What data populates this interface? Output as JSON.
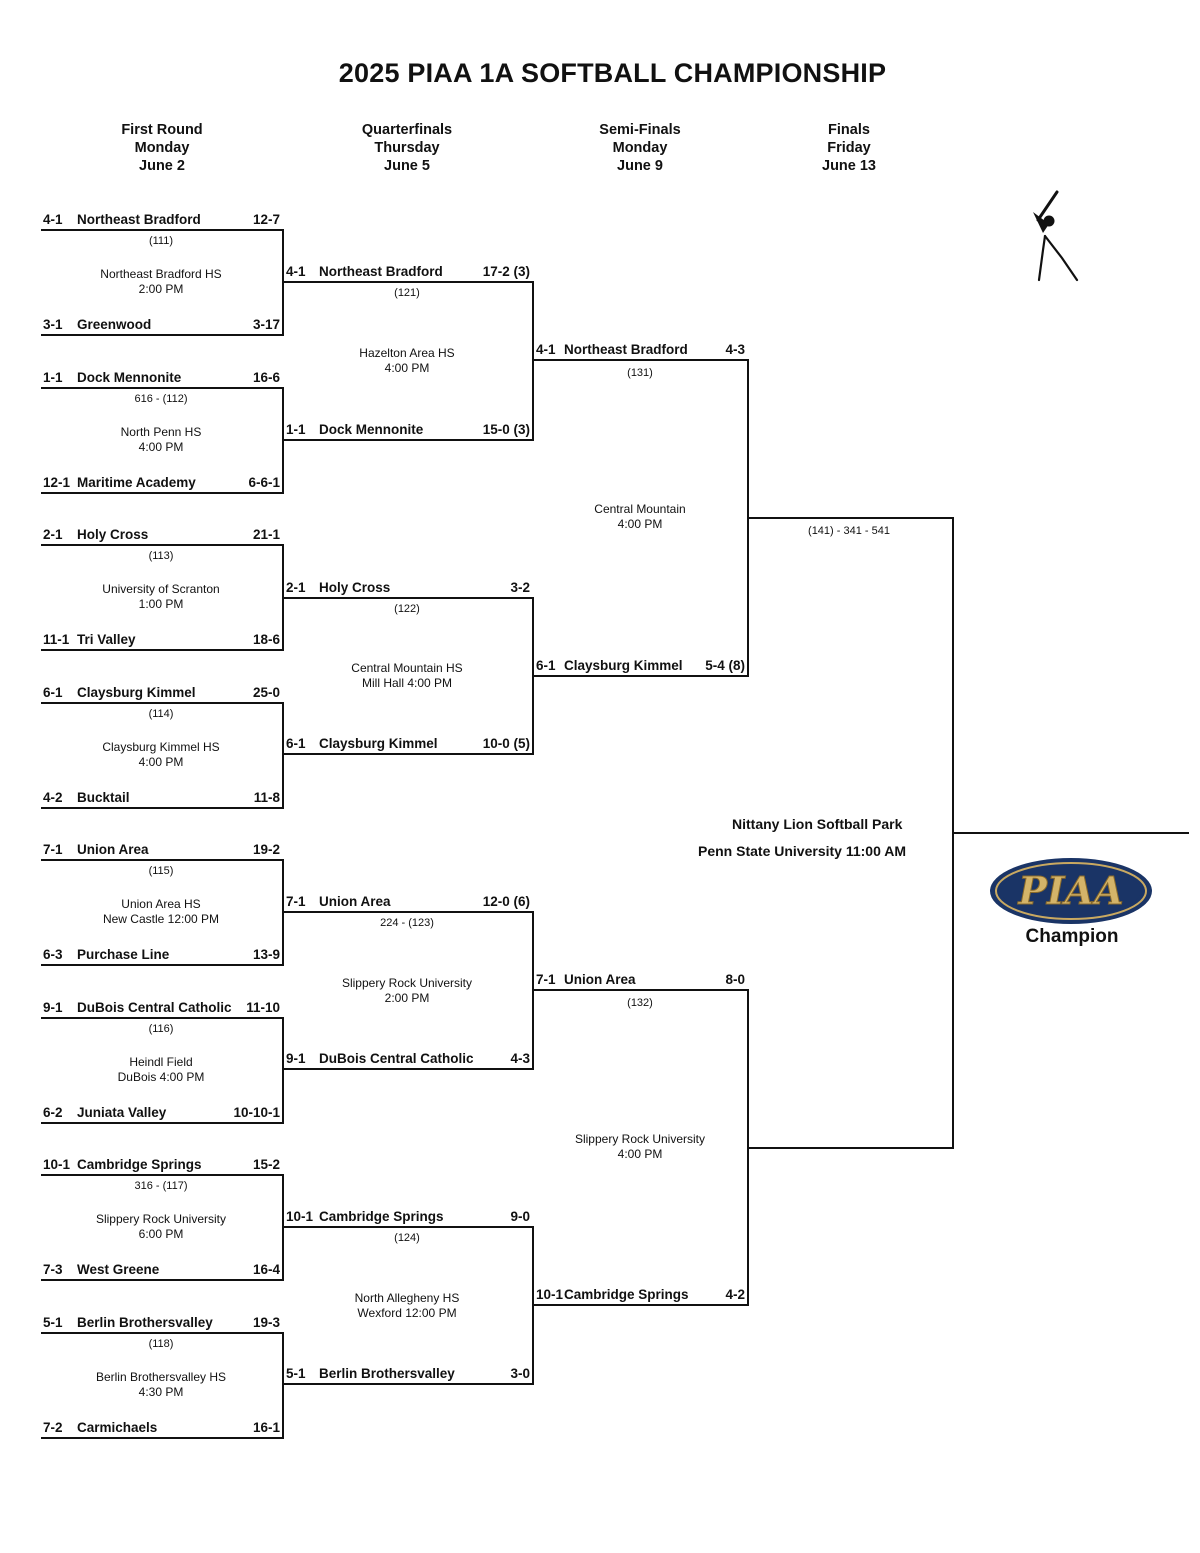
{
  "title": "2025 PIAA 1A SOFTBALL CHAMPIONSHIP",
  "rounds": [
    {
      "name": "First Round",
      "day": "Monday",
      "date": "June 2"
    },
    {
      "name": "Quarterfinals",
      "day": "Thursday",
      "date": "June 5"
    },
    {
      "name": "Semi-Finals",
      "day": "Monday",
      "date": "June 9"
    },
    {
      "name": "Finals",
      "day": "Friday",
      "date": "June 13"
    }
  ],
  "first_round": [
    {
      "game": "(111)",
      "site": "Northeast Bradford HS",
      "time": "2:00 PM",
      "top": {
        "seed": "4-1",
        "team": "Northeast Bradford",
        "score": "12-7"
      },
      "bottom": {
        "seed": "3-1",
        "team": "Greenwood",
        "score": "3-17"
      }
    },
    {
      "game": "616 - (112)",
      "site": "North Penn HS",
      "time": "4:00 PM",
      "top": {
        "seed": "1-1",
        "team": "Dock Mennonite",
        "score": "16-6"
      },
      "bottom": {
        "seed": "12-1",
        "team": "Maritime Academy",
        "score": "6-6-1"
      }
    },
    {
      "game": "(113)",
      "site": "University of Scranton",
      "time": "1:00 PM",
      "top": {
        "seed": "2-1",
        "team": "Holy Cross",
        "score": "21-1"
      },
      "bottom": {
        "seed": "11-1",
        "team": "Tri Valley",
        "score": "18-6"
      }
    },
    {
      "game": "(114)",
      "site": "Claysburg Kimmel HS",
      "time": "4:00 PM",
      "top": {
        "seed": "6-1",
        "team": "Claysburg Kimmel",
        "score": "25-0"
      },
      "bottom": {
        "seed": "4-2",
        "team": "Bucktail",
        "score": "11-8"
      }
    },
    {
      "game": "(115)",
      "site": "Union Area HS",
      "time": "New Castle 12:00 PM",
      "top": {
        "seed": "7-1",
        "team": "Union Area",
        "score": "19-2"
      },
      "bottom": {
        "seed": "6-3",
        "team": "Purchase Line",
        "score": "13-9"
      }
    },
    {
      "game": "(116)",
      "site": "Heindl Field",
      "time": "DuBois 4:00 PM",
      "top": {
        "seed": "9-1",
        "team": "DuBois Central Catholic",
        "score": "11-10"
      },
      "bottom": {
        "seed": "6-2",
        "team": "Juniata Valley",
        "score": "10-10-1"
      }
    },
    {
      "game": "316 - (117)",
      "site": "Slippery Rock University",
      "time": "6:00 PM",
      "top": {
        "seed": "10-1",
        "team": "Cambridge Springs",
        "score": "15-2"
      },
      "bottom": {
        "seed": "7-3",
        "team": "West Greene",
        "score": "16-4"
      }
    },
    {
      "game": "(118)",
      "site": "Berlin Brothersvalley HS",
      "time": "4:30 PM",
      "top": {
        "seed": "5-1",
        "team": "Berlin Brothersvalley",
        "score": "19-3"
      },
      "bottom": {
        "seed": "7-2",
        "team": "Carmichaels",
        "score": "16-1"
      }
    }
  ],
  "quarterfinals": [
    {
      "game": "(121)",
      "site": "Hazelton Area HS",
      "time": "4:00 PM",
      "top": {
        "seed": "4-1",
        "team": "Northeast Bradford",
        "score": "17-2 (3)"
      },
      "bottom": {
        "seed": "1-1",
        "team": "Dock Mennonite",
        "score": "15-0 (3)"
      }
    },
    {
      "game": "(122)",
      "site": "Central Mountain HS",
      "time": "Mill Hall 4:00 PM",
      "top": {
        "seed": "2-1",
        "team": "Holy Cross",
        "score": "3-2"
      },
      "bottom": {
        "seed": "6-1",
        "team": "Claysburg Kimmel",
        "score": "10-0 (5)"
      }
    },
    {
      "game": "224 - (123)",
      "site": "Slippery Rock University",
      "time": "2:00 PM",
      "top": {
        "seed": "7-1",
        "team": "Union Area",
        "score": "12-0 (6)"
      },
      "bottom": {
        "seed": "9-1",
        "team": "DuBois Central Catholic",
        "score": "4-3"
      }
    },
    {
      "game": "(124)",
      "site": "North Allegheny HS",
      "time": "Wexford 12:00 PM",
      "top": {
        "seed": "10-1",
        "team": "Cambridge Springs",
        "score": "9-0"
      },
      "bottom": {
        "seed": "5-1",
        "team": "Berlin Brothersvalley",
        "score": "3-0"
      }
    }
  ],
  "semifinals": [
    {
      "game": "(131)",
      "site": "Central Mountain",
      "time": "4:00 PM",
      "top": {
        "seed": "4-1",
        "team": "Northeast Bradford",
        "score": "4-3"
      },
      "bottom": {
        "seed": "6-1",
        "team": "Claysburg Kimmel",
        "score": "5-4 (8)"
      }
    },
    {
      "game": "(132)",
      "site": "Slippery Rock University",
      "time": "4:00 PM",
      "top": {
        "seed": "7-1",
        "team": "Union Area",
        "score": "8-0"
      },
      "bottom": {
        "seed": "10-1",
        "team": "Cambridge Springs",
        "score": "4-2"
      }
    }
  ],
  "final": {
    "game": "(141) - 341 - 541",
    "venue": "Nittany Lion Softball Park",
    "venue_time": "Penn State University 11:00 AM"
  },
  "champion_label": "Champion",
  "logo_text": "PIAA",
  "icons": [
    "softball-batter-icon",
    "piaa-logo"
  ]
}
